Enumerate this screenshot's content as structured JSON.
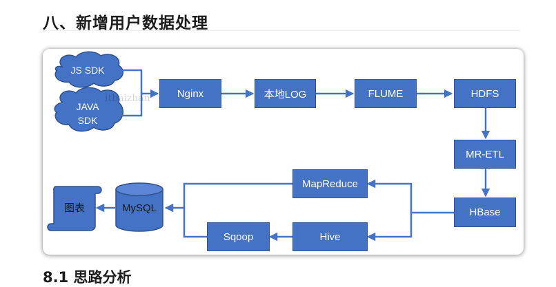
{
  "page": {
    "heading": "八、新增用户数据处理",
    "next_heading": "8.1 思路分析"
  },
  "watermark": "itbaizhan",
  "diagram": {
    "sources": [
      {
        "id": "js_sdk",
        "label": "JS SDK"
      },
      {
        "id": "java_sdk",
        "label": "JAVA\nSDK"
      }
    ],
    "nodes": [
      {
        "id": "nginx",
        "label": "Nginx"
      },
      {
        "id": "local_log",
        "label": "本地LOG"
      },
      {
        "id": "flume",
        "label": "FLUME"
      },
      {
        "id": "hdfs",
        "label": "HDFS"
      },
      {
        "id": "mr_etl",
        "label": "MR-ETL"
      },
      {
        "id": "hbase",
        "label": "HBase"
      },
      {
        "id": "mapreduce",
        "label": "MapReduce"
      },
      {
        "id": "hive",
        "label": "Hive"
      },
      {
        "id": "sqoop",
        "label": "Sqoop"
      },
      {
        "id": "mysql",
        "label": "MySQL"
      },
      {
        "id": "chart",
        "label": "图表"
      }
    ],
    "edges": [
      [
        "js_sdk",
        "nginx"
      ],
      [
        "java_sdk",
        "nginx"
      ],
      [
        "nginx",
        "local_log"
      ],
      [
        "local_log",
        "flume"
      ],
      [
        "flume",
        "hdfs"
      ],
      [
        "hdfs",
        "mr_etl"
      ],
      [
        "mr_etl",
        "hbase"
      ],
      [
        "hbase",
        "mapreduce"
      ],
      [
        "hbase",
        "hive"
      ],
      [
        "hive",
        "sqoop"
      ],
      [
        "sqoop",
        "mysql"
      ],
      [
        "mapreduce",
        "mysql"
      ],
      [
        "mysql",
        "chart"
      ]
    ],
    "colors": {
      "node_fill": "#4472c4",
      "node_border": "#2f528f",
      "arrow": "#4472c4",
      "cloud_border": "#2f528f"
    }
  }
}
